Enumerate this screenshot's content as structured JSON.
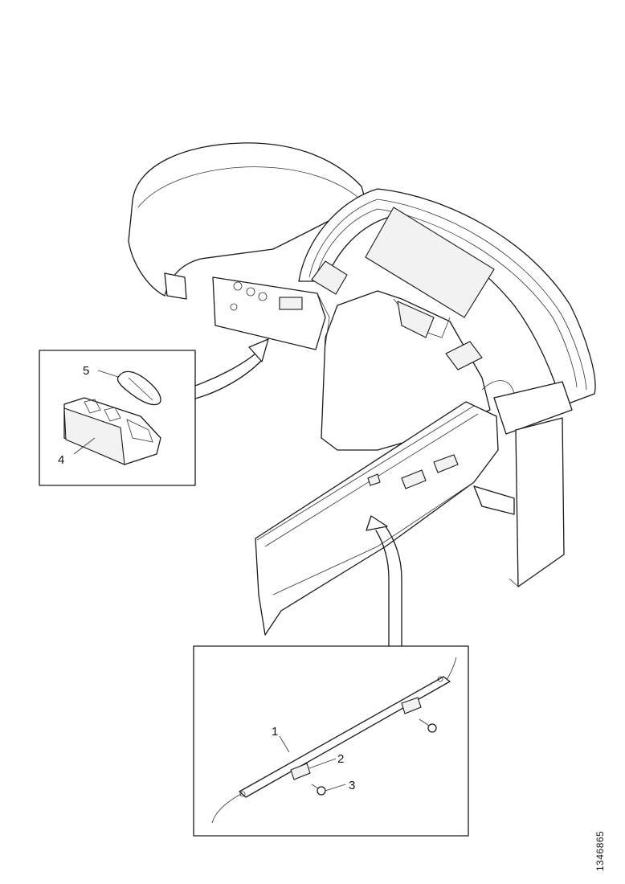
{
  "callouts": {
    "item1": "1",
    "item2": "2",
    "item3": "3",
    "item4": "4",
    "item5": "5"
  },
  "document_reference": "1346865",
  "colors": {
    "line": "#1a1a1a",
    "background": "#ffffff"
  }
}
